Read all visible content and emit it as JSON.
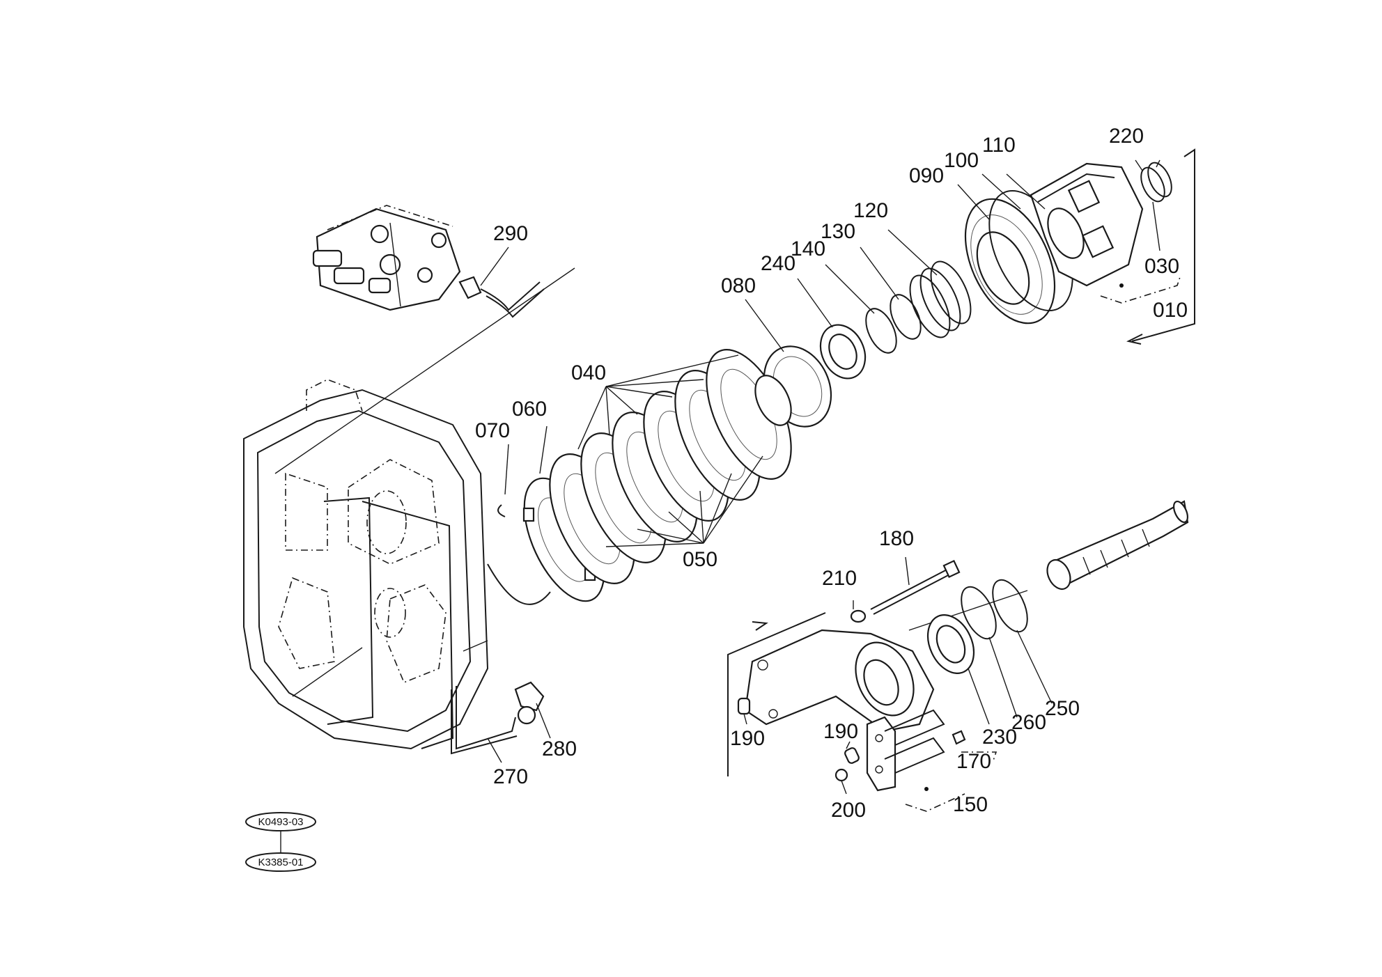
{
  "callouts": {
    "p010": "010",
    "p030": "030",
    "p040": "040",
    "p050": "050",
    "p060": "060",
    "p070": "070",
    "p080": "080",
    "p090": "090",
    "p100": "100",
    "p110": "110",
    "p120": "120",
    "p130": "130",
    "p140": "140",
    "p150": "150",
    "p170": "170",
    "p180": "180",
    "p190a": "190",
    "p190b": "190",
    "p200": "200",
    "p210": "210",
    "p220": "220",
    "p230": "230",
    "p240": "240",
    "p250": "250",
    "p260": "260",
    "p270": "270",
    "p280": "280",
    "p290": "290"
  },
  "refs": {
    "top": "K0493-03",
    "bottom": "K3385-01"
  }
}
